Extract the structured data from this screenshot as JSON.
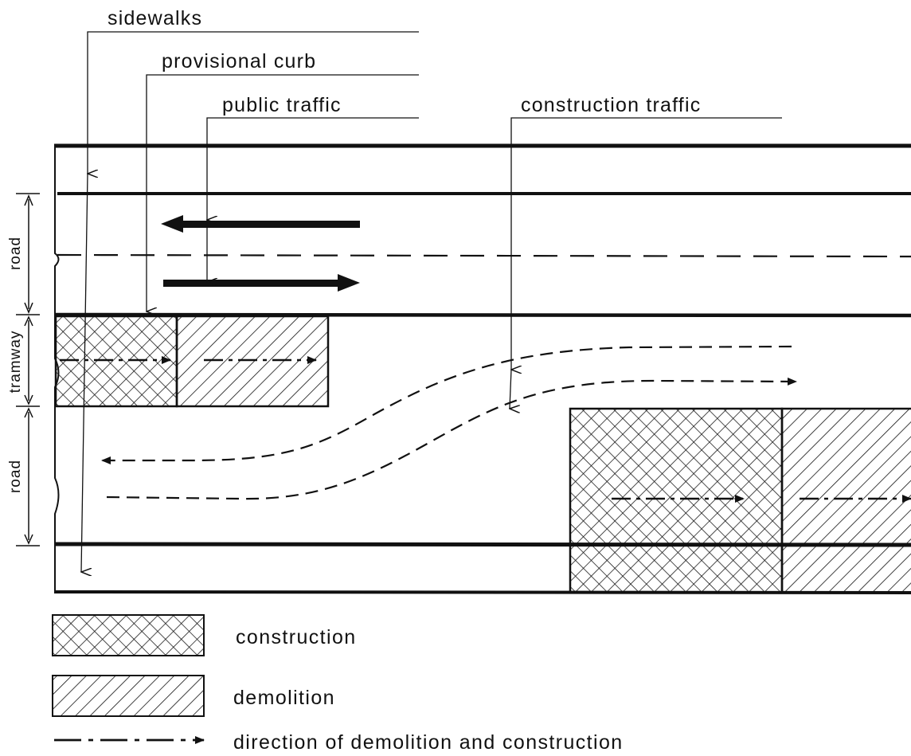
{
  "callouts": {
    "sidewalks": "sidewalks",
    "provisional_curb": "provisional curb",
    "public_traffic": "public traffic",
    "construction_traffic": "construction traffic"
  },
  "side_labels": {
    "road_top": "road",
    "tramway": "tramway",
    "road_bottom": "road"
  },
  "legend": {
    "construction": "construction",
    "demolition": "demolition",
    "direction": "direction of demolition and construction"
  },
  "colors": {
    "ink": "#111111",
    "paper": "#ffffff"
  }
}
